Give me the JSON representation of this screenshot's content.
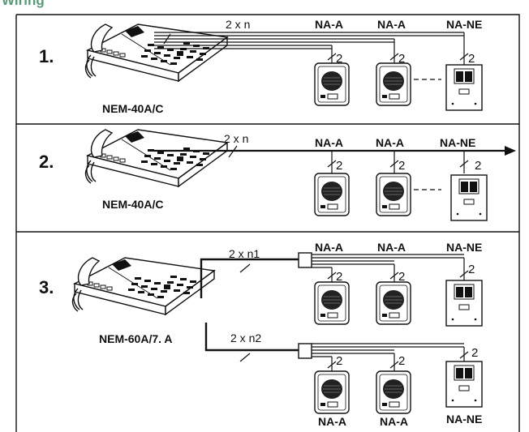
{
  "page_title": "Wiring",
  "colors": {
    "title": "#5a9a78",
    "line": "#111111"
  },
  "diagrams": [
    {
      "number": "1.",
      "controller": "NEM-40A/C",
      "bus_label": "2 x n",
      "panel_labels": [
        "NA-A",
        "NA-A",
        "NA-NE"
      ],
      "drop_labels": [
        "2",
        "2",
        "2"
      ]
    },
    {
      "number": "2.",
      "controller": "NEM-40A/C",
      "bus_label": "2 x n",
      "panel_labels": [
        "NA-A",
        "NA-A",
        "NA-NE"
      ],
      "drop_labels": [
        "2",
        "2",
        "2"
      ]
    },
    {
      "number": "3.",
      "controller": "NEM-60A/7. A",
      "branch_labels": [
        "2 x n1",
        "2 x n2"
      ],
      "panel_labels_top": [
        "NA-A",
        "NA-A",
        "NA-NE"
      ],
      "panel_labels_bottom": [
        "NA-A",
        "NA-A",
        "NA-NE"
      ],
      "drop_labels": [
        "2",
        "2",
        "2",
        "2",
        "2",
        "2"
      ]
    }
  ]
}
